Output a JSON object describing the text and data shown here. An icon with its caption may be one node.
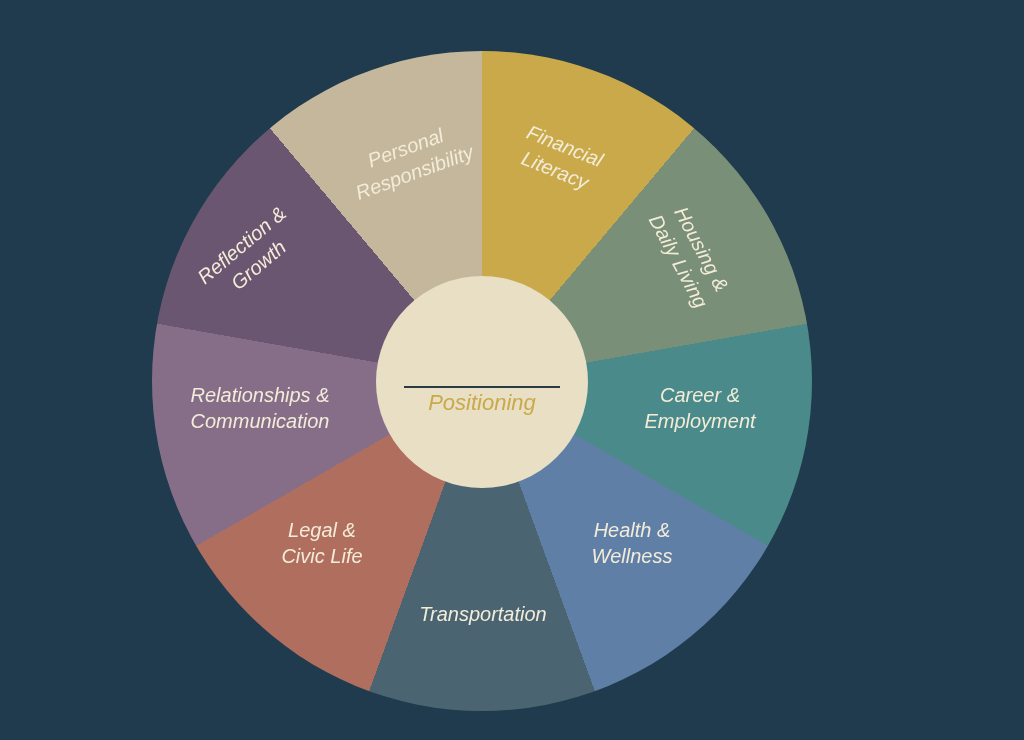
{
  "diagram": {
    "nodes": [
      {
        "text": [
          "Positioning"
        ]
      },
      {
        "text": [
          "Financial Literacy"
        ]
      },
      {
        "text": [
          "Housing & Daily Living"
        ]
      },
      {
        "text": [
          "Career & Employment"
        ]
      },
      {
        "text": [
          "Health & Wellness"
        ]
      },
      {
        "text": [
          "Transportation"
        ]
      },
      {
        "text": [
          "Legal & Civic Life"
        ]
      },
      {
        "text": [
          "Relationships & Communication"
        ]
      },
      {
        "text": [
          "Reflection & Growth"
        ]
      },
      {
        "text": [
          "Personal Responsibility"
        ]
      }
    ]
  }
}
